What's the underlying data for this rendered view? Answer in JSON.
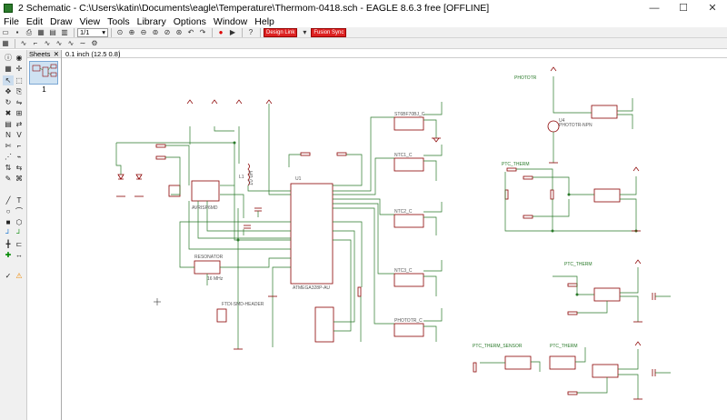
{
  "window": {
    "title": "2 Schematic - C:\\Users\\katin\\Documents\\eagle\\Temperature\\Thermom-0418.sch - EAGLE 8.6.3 free [OFFLINE]",
    "minimize": "—",
    "maximize": "☐",
    "close": "✕"
  },
  "menu": [
    "File",
    "Edit",
    "Draw",
    "View",
    "Tools",
    "Library",
    "Options",
    "Window",
    "Help"
  ],
  "toolbar": {
    "sheet_selector": "1/1",
    "design_link_label": "Design Link",
    "fusion_label": "Fusion Sync"
  },
  "command_line": {
    "coordinate": "0.1 inch (12.5 0.8)",
    "input_value": ""
  },
  "sheets": {
    "header": "Sheets",
    "close": "✕",
    "items": [
      {
        "number": "1"
      }
    ]
  },
  "schematic": {
    "nets": {
      "photo_ntr": "PHOTOTR",
      "ptc_therm": "PTC_THERM",
      "ptc_therm2": "PTC_THERM",
      "ptc_therm_sensor": "PTC_THERM_SENSOR",
      "ptc_therm3": "PTC_THERM"
    },
    "components": {
      "mcu_name": "U1",
      "mcu_value": "ATMEGA328P-AU",
      "avrisp": "AVRISP6MD",
      "resonator": "RESONATOR",
      "resonator_freq": "16 MHz",
      "inductor_value": "10 uH",
      "inductor_name": "L1",
      "phototr_value": "PHOTOTR-NPN",
      "phototr_name": "U4",
      "conn_ntc1": "NTC1_C",
      "conn_ntc2": "NTC2_C",
      "conn_ntc3": "NTC3_C",
      "conn_phototr": "PHOTOTR_C",
      "conn_ftdi": "FTDI-SMD-HEADER",
      "conn_temp": "ST6BF70BJ_C"
    }
  }
}
